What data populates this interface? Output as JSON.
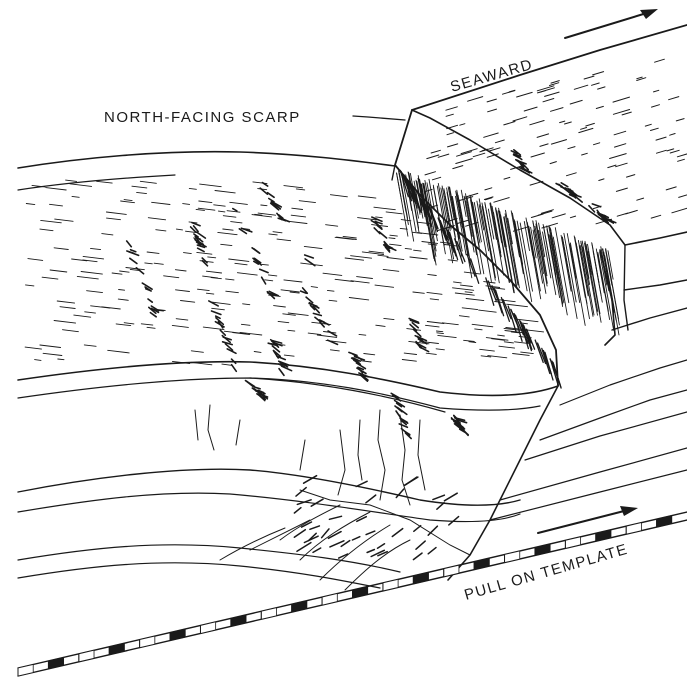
{
  "labels": {
    "seaward": "SEAWARD",
    "scarp": "NORTH-FACING SCARP",
    "pull": "PULL ON TEMPLATE"
  },
  "colors": {
    "ink": "#1a1a1a",
    "paper": "#ffffff"
  }
}
